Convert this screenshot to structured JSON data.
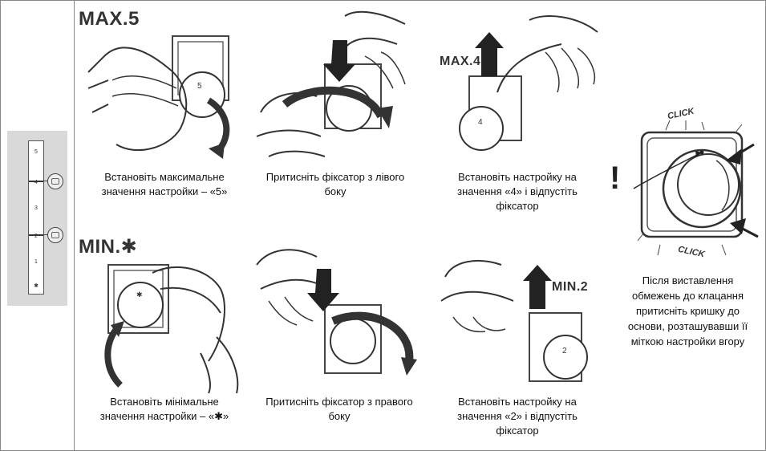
{
  "steps": {
    "max5": {
      "heading": "MAX.5",
      "caption_l1": "Встановіть максимальне",
      "caption_l2": "значення настройки – «5»",
      "dial": "5"
    },
    "press_left": {
      "caption_l1": "Притисніть фіксатор з лівого",
      "caption_l2": "боку"
    },
    "max4": {
      "heading": "MAX.4",
      "caption_l1": "Встановіть настройку на",
      "caption_l2": "значення «4» і відпустіть",
      "caption_l3": "фіксатор",
      "dial": "4"
    },
    "min_star": {
      "heading": "MIN.✱",
      "caption_l1": "Встановіть мінімальне",
      "caption_l2": "значення настройки – «✱»"
    },
    "press_right": {
      "caption_l1": "Притисніть фіксатор з правого",
      "caption_l2": "боку"
    },
    "min2": {
      "heading": "MIN.2",
      "caption_l1": "Встановіть настройку на",
      "caption_l2": "значення «2» і відпустіть",
      "caption_l3": "фіксатор",
      "dial": "2"
    },
    "final": {
      "click_top": "CLICK",
      "click_bottom": "CLICK",
      "exclamation": "!",
      "caption_l1": "Після виставлення",
      "caption_l2": "обмежень до клацання",
      "caption_l3": "притисніть кришку до",
      "caption_l4": "основи, розташувавши її",
      "caption_l5": "міткою настройки вгору"
    }
  },
  "ruler": {
    "labels": [
      "5",
      "4",
      "3",
      "2",
      "1",
      "✱"
    ]
  }
}
